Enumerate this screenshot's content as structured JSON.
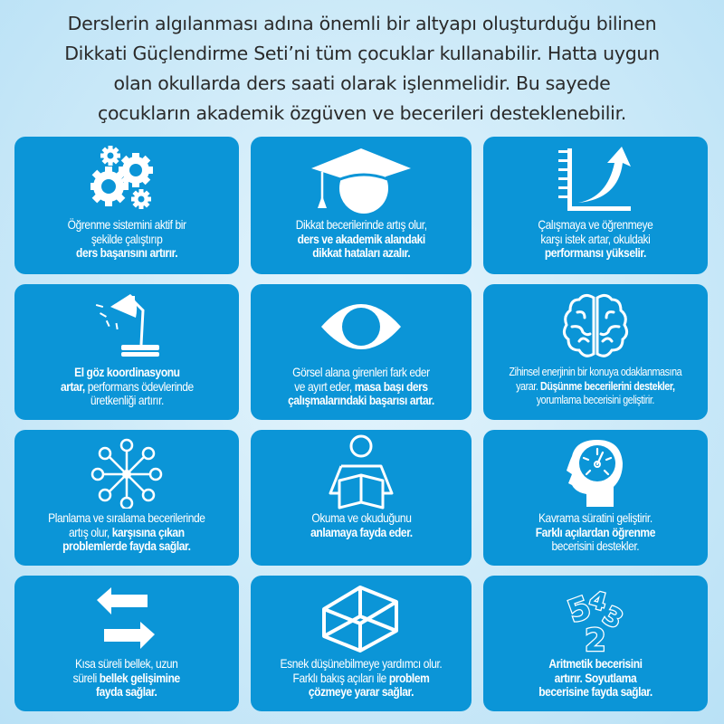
{
  "intro": {
    "lines": [
      "Derslerin algılanması adına önemli bir altyapı oluşturduğu bilinen",
      "Dikkati Güçlendirme Seti’ni tüm çocuklar kullanabilir. Hatta uygun",
      "olan okullarda ders saati olarak işlenmelidir. Bu sayede",
      "çocukların akademik özgüven ve becerileri desteklenebilir."
    ]
  },
  "colors": {
    "card": "#0b95d7",
    "background": "#cbe9f8",
    "intro_text": "#2a2a2a",
    "card_text": "#ffffff"
  },
  "cards": [
    {
      "icon": "gears-icon",
      "lines": [
        {
          "n": "Öğrenme sistemini aktif bir",
          "b": ""
        },
        {
          "n": "şekilde çalıştırıp",
          "b": ""
        },
        {
          "n": "",
          "b": "ders başarısını artırır."
        }
      ]
    },
    {
      "icon": "graduation-cap-icon",
      "lines": [
        {
          "n": "Dikkat becerilerinde artış olur,",
          "b": ""
        },
        {
          "n": "",
          "b": "ders ve akademik alandaki"
        },
        {
          "n": "",
          "b": "dikkat hataları azalır."
        }
      ]
    },
    {
      "icon": "growth-chart-icon",
      "lines": [
        {
          "n": "Çalışmaya ve öğrenmeye",
          "b": ""
        },
        {
          "n": "karşı istek artar, okuldaki",
          "b": ""
        },
        {
          "n": "",
          "b": "performansı yükselir."
        }
      ]
    },
    {
      "icon": "desk-lamp-icon",
      "lines": [
        {
          "n": "",
          "b": "El göz koordinasyonu"
        },
        {
          "n": " performans ödevlerinde",
          "b": "artar,",
          "bfirst": true
        },
        {
          "n": "üretkenliği artırır.",
          "b": ""
        }
      ]
    },
    {
      "icon": "eye-icon",
      "lines": [
        {
          "n": "Görsel alana girenleri fark eder",
          "b": ""
        },
        {
          "n": "ve ayırt eder, ",
          "b": "masa başı ders"
        },
        {
          "n": "",
          "b": "çalışmalarındaki başarısı artar."
        }
      ]
    },
    {
      "icon": "brain-icon",
      "small": true,
      "lines": [
        {
          "n": "Zihinsel enerjinin bir konuya odaklanmasına",
          "b": ""
        },
        {
          "n": "yarar. ",
          "b": "Düşünme becerilerini destekler,"
        },
        {
          "n": "yorumlama becerisini geliştirir.",
          "b": ""
        }
      ]
    },
    {
      "icon": "network-nodes-icon",
      "lines": [
        {
          "n": "Planlama ve sıralama becerilerinde",
          "b": ""
        },
        {
          "n": "artış olur, ",
          "b": "karşısına çıkan"
        },
        {
          "n": "",
          "b": "problemlerde fayda sağlar."
        }
      ]
    },
    {
      "icon": "reading-person-icon",
      "lines": [
        {
          "n": "Okuma ve okuduğunu",
          "b": ""
        },
        {
          "n": "",
          "b": "anlamaya fayda eder."
        }
      ]
    },
    {
      "icon": "head-clock-icon",
      "lines": [
        {
          "n": "Kavrama süratini geliştirir.",
          "b": ""
        },
        {
          "n": "",
          "b": "Farklı açılardan öğrenme"
        },
        {
          "n": "becerisini destekler.",
          "b": ""
        }
      ]
    },
    {
      "icon": "swap-arrows-icon",
      "lines": [
        {
          "n": "Kısa süreli bellek, uzun",
          "b": ""
        },
        {
          "n": "süreli ",
          "b": "bellek gelişimine"
        },
        {
          "n": "",
          "b": "fayda sağlar."
        }
      ]
    },
    {
      "icon": "wireframe-cube-icon",
      "lines": [
        {
          "n": "Esnek düşünebilmeye yardımcı olur.",
          "b": ""
        },
        {
          "n": "Farklı bakış açıları ile ",
          "b": "problem"
        },
        {
          "n": "",
          "b": "çözmeye yarar sağlar."
        }
      ]
    },
    {
      "icon": "numbers-5432-icon",
      "digits": [
        "5",
        "4",
        "3",
        "2"
      ],
      "lines": [
        {
          "n": "",
          "b": "Aritmetik becerisini"
        },
        {
          "n": "",
          "b": "artırır. Soyutlama"
        },
        {
          "n": "",
          "b": "becerisine fayda sağlar."
        }
      ]
    }
  ]
}
